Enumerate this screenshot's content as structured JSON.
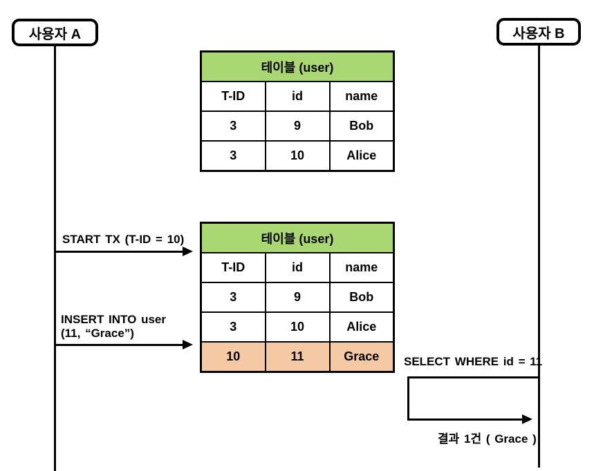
{
  "actors": {
    "a": "사용자 A",
    "b": "사용자 B"
  },
  "tables": {
    "initial": {
      "title": "테이블 (user)",
      "columns": [
        "T-ID",
        "id",
        "name"
      ],
      "rows": [
        [
          "3",
          "9",
          "Bob"
        ],
        [
          "3",
          "10",
          "Alice"
        ]
      ]
    },
    "after_insert": {
      "title": "테이블 (user)",
      "columns": [
        "T-ID",
        "id",
        "name"
      ],
      "rows": [
        [
          "3",
          "9",
          "Bob"
        ],
        [
          "3",
          "10",
          "Alice"
        ],
        [
          "10",
          "11",
          "Grace"
        ]
      ],
      "highlighted_row_index": 2
    }
  },
  "messages": {
    "start_tx": "START TX (T-ID = 10)",
    "insert_line1": "INSERT INTO user",
    "insert_line2": "(11, “Grace”)",
    "select": "SELECT  WHERE  id = 11",
    "result": "결과 1건 ( Grace )"
  },
  "colors": {
    "table_header_green": "#a9d872",
    "highlight_row_orange": "#f6c9a5",
    "line_black": "#000000"
  }
}
